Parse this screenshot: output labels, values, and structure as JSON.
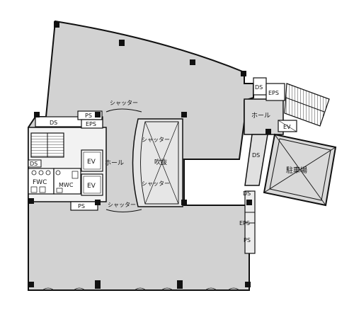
{
  "floor_plan": {
    "colors": {
      "floor": "#d2d2d2",
      "wall": "#111111",
      "room": "#ffffff",
      "column": "#111111"
    },
    "labels": {
      "ds_top_left": "DS",
      "ps_top_left": "PS",
      "eps_top_left": "EPS",
      "shutter_top": "シャッター",
      "ds_left": "DS",
      "fwc": "FWC",
      "mwc": "MWC",
      "ev_upper": "EV",
      "ev_lower": "EV",
      "hall_center": "ホール",
      "shutter_atrium_top": "シャッター",
      "atrium": "吹抜",
      "shutter_atrium_bottom": "シャッター",
      "ps_bottom": "PS",
      "shutter_bottom": "シャッター",
      "ds_right_top": "DS",
      "eps_right_top": "EPS",
      "hall_right": "ホール",
      "ev_right": "EV",
      "ds_right_mid": "DS",
      "parking": "駐車場",
      "ds_right_low": "DS",
      "eps_right_low": "EPS",
      "ps_right_low": "PS"
    }
  }
}
